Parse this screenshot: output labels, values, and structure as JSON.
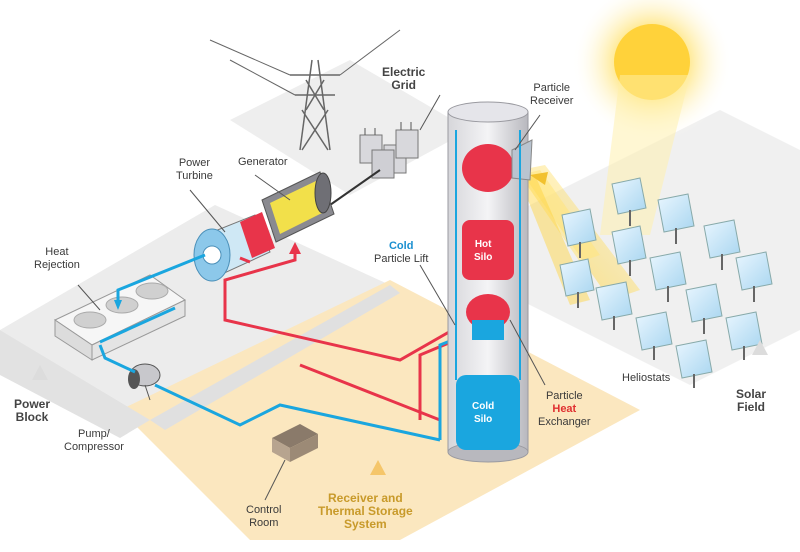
{
  "colors": {
    "hot": "#e8344a",
    "cold": "#1aa6df",
    "tower": "#c9c9cf",
    "receiver_zone": "#fbe7bf",
    "ground": "#eeeeee",
    "sun": "#ffd23a",
    "section_label": "#c89a2a"
  },
  "labels": {
    "electric_grid": [
      "Electric",
      "Grid"
    ],
    "particle_receiver": [
      "Particle",
      "Receiver"
    ],
    "generator": "Generator",
    "power_turbine": [
      "Power",
      "Turbine"
    ],
    "heat_rejection": [
      "Heat",
      "Rejection"
    ],
    "cold_particle_lift": {
      "cold": "Cold",
      "rest": "Particle Lift"
    },
    "hot_silo": [
      "Hot",
      "Silo"
    ],
    "cold_silo": [
      "Cold",
      "Silo"
    ],
    "particle_heat_exchanger": {
      "line1": "Particle",
      "heat": "Heat",
      "line3": "Exchanger"
    },
    "heliostats": "Heliostats",
    "solar_field": [
      "Solar",
      "Field"
    ],
    "power_block": [
      "Power",
      "Block"
    ],
    "pump_compressor": [
      "Pump/",
      "Compressor"
    ],
    "control_room": [
      "Control",
      "Room"
    ],
    "receiver_tss": [
      "Receiver and",
      "Thermal Storage",
      "System"
    ]
  },
  "icons": [
    "sun-icon",
    "transmission-tower-icon",
    "transformer-icon",
    "generator-icon",
    "turbine-icon",
    "cooler-icon",
    "pump-icon",
    "control-room-icon",
    "heliostat-icon"
  ]
}
